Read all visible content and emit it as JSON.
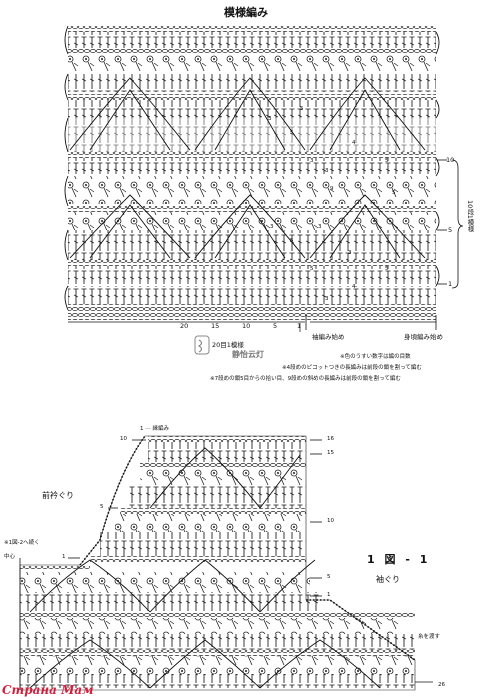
{
  "top": {
    "title": "模様編み",
    "right_marks": [
      "10",
      "5",
      "1"
    ],
    "bracket_label": "10段1模様",
    "bottom_numbers": [
      "20",
      "15",
      "10",
      "5",
      "1"
    ],
    "bottom_label_left": "20目1模様",
    "bottom_label_mid": "袖編み始め",
    "bottom_label_right": "身頃編み始め",
    "stamp_text": "静怡云灯",
    "notes": [
      "※色のうすい数字は編の目数",
      "※4段めのピコットつきの長編みは前段の鎖を割って編む",
      "※7段めの鎖5目からの拾い目、9段めの斜めの長編みは前段の鎖を割って編む"
    ],
    "row_numbers": [
      "5",
      "3",
      "5",
      "4",
      "3",
      "5",
      "3",
      "9",
      "5",
      "3",
      "3",
      "5",
      "3",
      "5",
      "4",
      "5",
      "3"
    ]
  },
  "bottom": {
    "mark_top_label": "1 ⋯ 縁編み",
    "left_arrow_10": "10",
    "right_marks": [
      "16",
      "15",
      "10",
      "5",
      "1"
    ],
    "left_mark_5": "5",
    "left_mark_1": "1",
    "neck_label": "前衿ぐり",
    "note_left": "※1図-2へ続く",
    "center_label": "中心",
    "figure_label": "1 図 - 1",
    "armhole_label": "袖ぐり",
    "side_note": "糸を渡す",
    "bottom_mark": "26"
  },
  "watermark": "Страна Мам"
}
